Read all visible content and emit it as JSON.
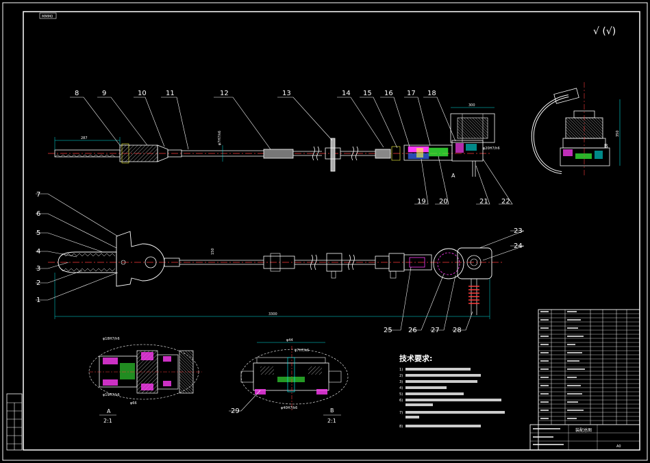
{
  "drawing": {
    "top_tag": "MMM0",
    "roughness_mark": "√ (√)",
    "part_numbers_top": [
      "8",
      "9",
      "10",
      "11",
      "12",
      "13",
      "14",
      "15",
      "16",
      "17",
      "18"
    ],
    "part_numbers_lower_top": [
      "19",
      "20",
      "21",
      "22"
    ],
    "part_numbers_left": [
      "7",
      "6",
      "5",
      "4",
      "3",
      "2",
      "1"
    ],
    "part_numbers_right": [
      "23",
      "24"
    ],
    "part_numbers_bottom": [
      "25",
      "26",
      "27",
      "28"
    ],
    "part_number_29": "29",
    "dims": {
      "blade_len": "287",
      "shaft_fit": "φ7H7/k6",
      "head_width": "300",
      "head_fit": "φ20H7/h6",
      "total_length": "3300",
      "mid_mark": "150",
      "side_height": "350",
      "detailA_fit1": "φ18H7/h6",
      "detailA_fit2": "φ19H7/h6",
      "detailA_w": "φ66",
      "detailB_top": "φ44",
      "detailB_fit": "φ7H7/k6",
      "detailB_bottom": "φ40H7/k6"
    },
    "view_a_label": "A",
    "view_b_label": "B",
    "detail_a_label": "A",
    "detail_a_scale": "2:1",
    "detail_b_label": "B",
    "detail_b_scale": "2:1"
  },
  "requirements": {
    "heading": "技术要求:",
    "items": [
      "1) ",
      "2) ",
      "3) ",
      "4) ",
      "5) ",
      "6) ",
      "7) ",
      "8) "
    ]
  },
  "colors": {
    "line": "#ffffff",
    "center": "#ff3b3b",
    "cyan": "#00e5e5",
    "magenta": "#ff3df5",
    "green": "#3cff3c",
    "yellow": "#ffff40",
    "blue": "#3b6bff",
    "hatch": "#a9a9a9"
  },
  "title_block": {
    "name": "装配总图",
    "scale": "A0"
  }
}
